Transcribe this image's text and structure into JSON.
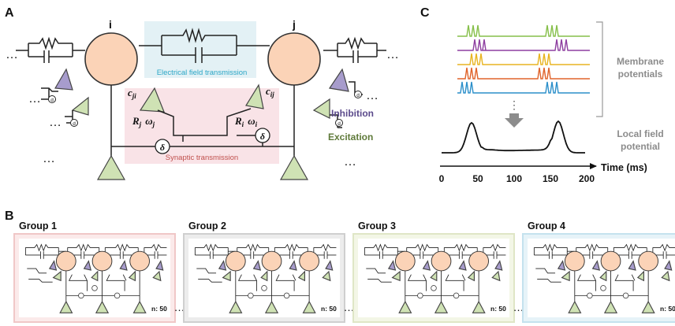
{
  "panels": {
    "a": "A",
    "b": "B",
    "c": "C"
  },
  "panel_a": {
    "neuron_i": "i",
    "neuron_j": "j",
    "c_ji": "c",
    "c_ji_sub": "ji",
    "c_ij": "c",
    "c_ij_sub": "ij",
    "r_j": "R",
    "r_j_sub": "j",
    "omega_j": "ω",
    "omega_j_sub": "j",
    "r_i": "R",
    "r_i_sub": "i",
    "omega_i": "ω",
    "omega_i_sub": "i",
    "delta": "δ",
    "delay_mark": "d",
    "ellipsis": "…",
    "vellipsis": "⋮",
    "electrical_label": "Electrical field transmission",
    "synaptic_label": "Synaptic transmission",
    "inhibition_label": "Inhibition",
    "excitation_label": "Excitation",
    "colors": {
      "electrical": "#2ba6c6",
      "synaptic": "#c0504d",
      "inhibition": "#5b4a8b",
      "excitation": "#5f7a3a",
      "electrical_bg": "#e3f1f5",
      "synaptic_bg": "#f9e3e7",
      "soma": "#fbd3b7",
      "excitatory_cell": "#cfe2b4",
      "inhibitory_cell": "#a79ccc"
    }
  },
  "panel_b": {
    "groups": [
      {
        "label": "Group 1",
        "n_label": "n: 50",
        "border": "#f0c7c7",
        "bg": "#fbeaea"
      },
      {
        "label": "Group 2",
        "n_label": "n: 50",
        "border": "#cfcfcf",
        "bg": "#ececec"
      },
      {
        "label": "Group 3",
        "n_label": "n: 50",
        "border": "#dfe6c6",
        "bg": "#f3f6e6"
      },
      {
        "label": "Group 4",
        "n_label": "n: 50",
        "border": "#c4e2ee",
        "bg": "#e6f3f8"
      }
    ],
    "separator": "…"
  },
  "panel_c": {
    "membrane_label_line1": "Membrane",
    "membrane_label_line2": "potentials",
    "lfp_label_line1": "Local field",
    "lfp_label_line2": "potential",
    "x_axis_label": "Time (ms)",
    "x_ticks": [
      "0",
      "50",
      "100",
      "150",
      "200"
    ],
    "trace_colors": [
      "#86bf4a",
      "#8e3fa0",
      "#e8b420",
      "#e0632a",
      "#2b8fca"
    ]
  }
}
